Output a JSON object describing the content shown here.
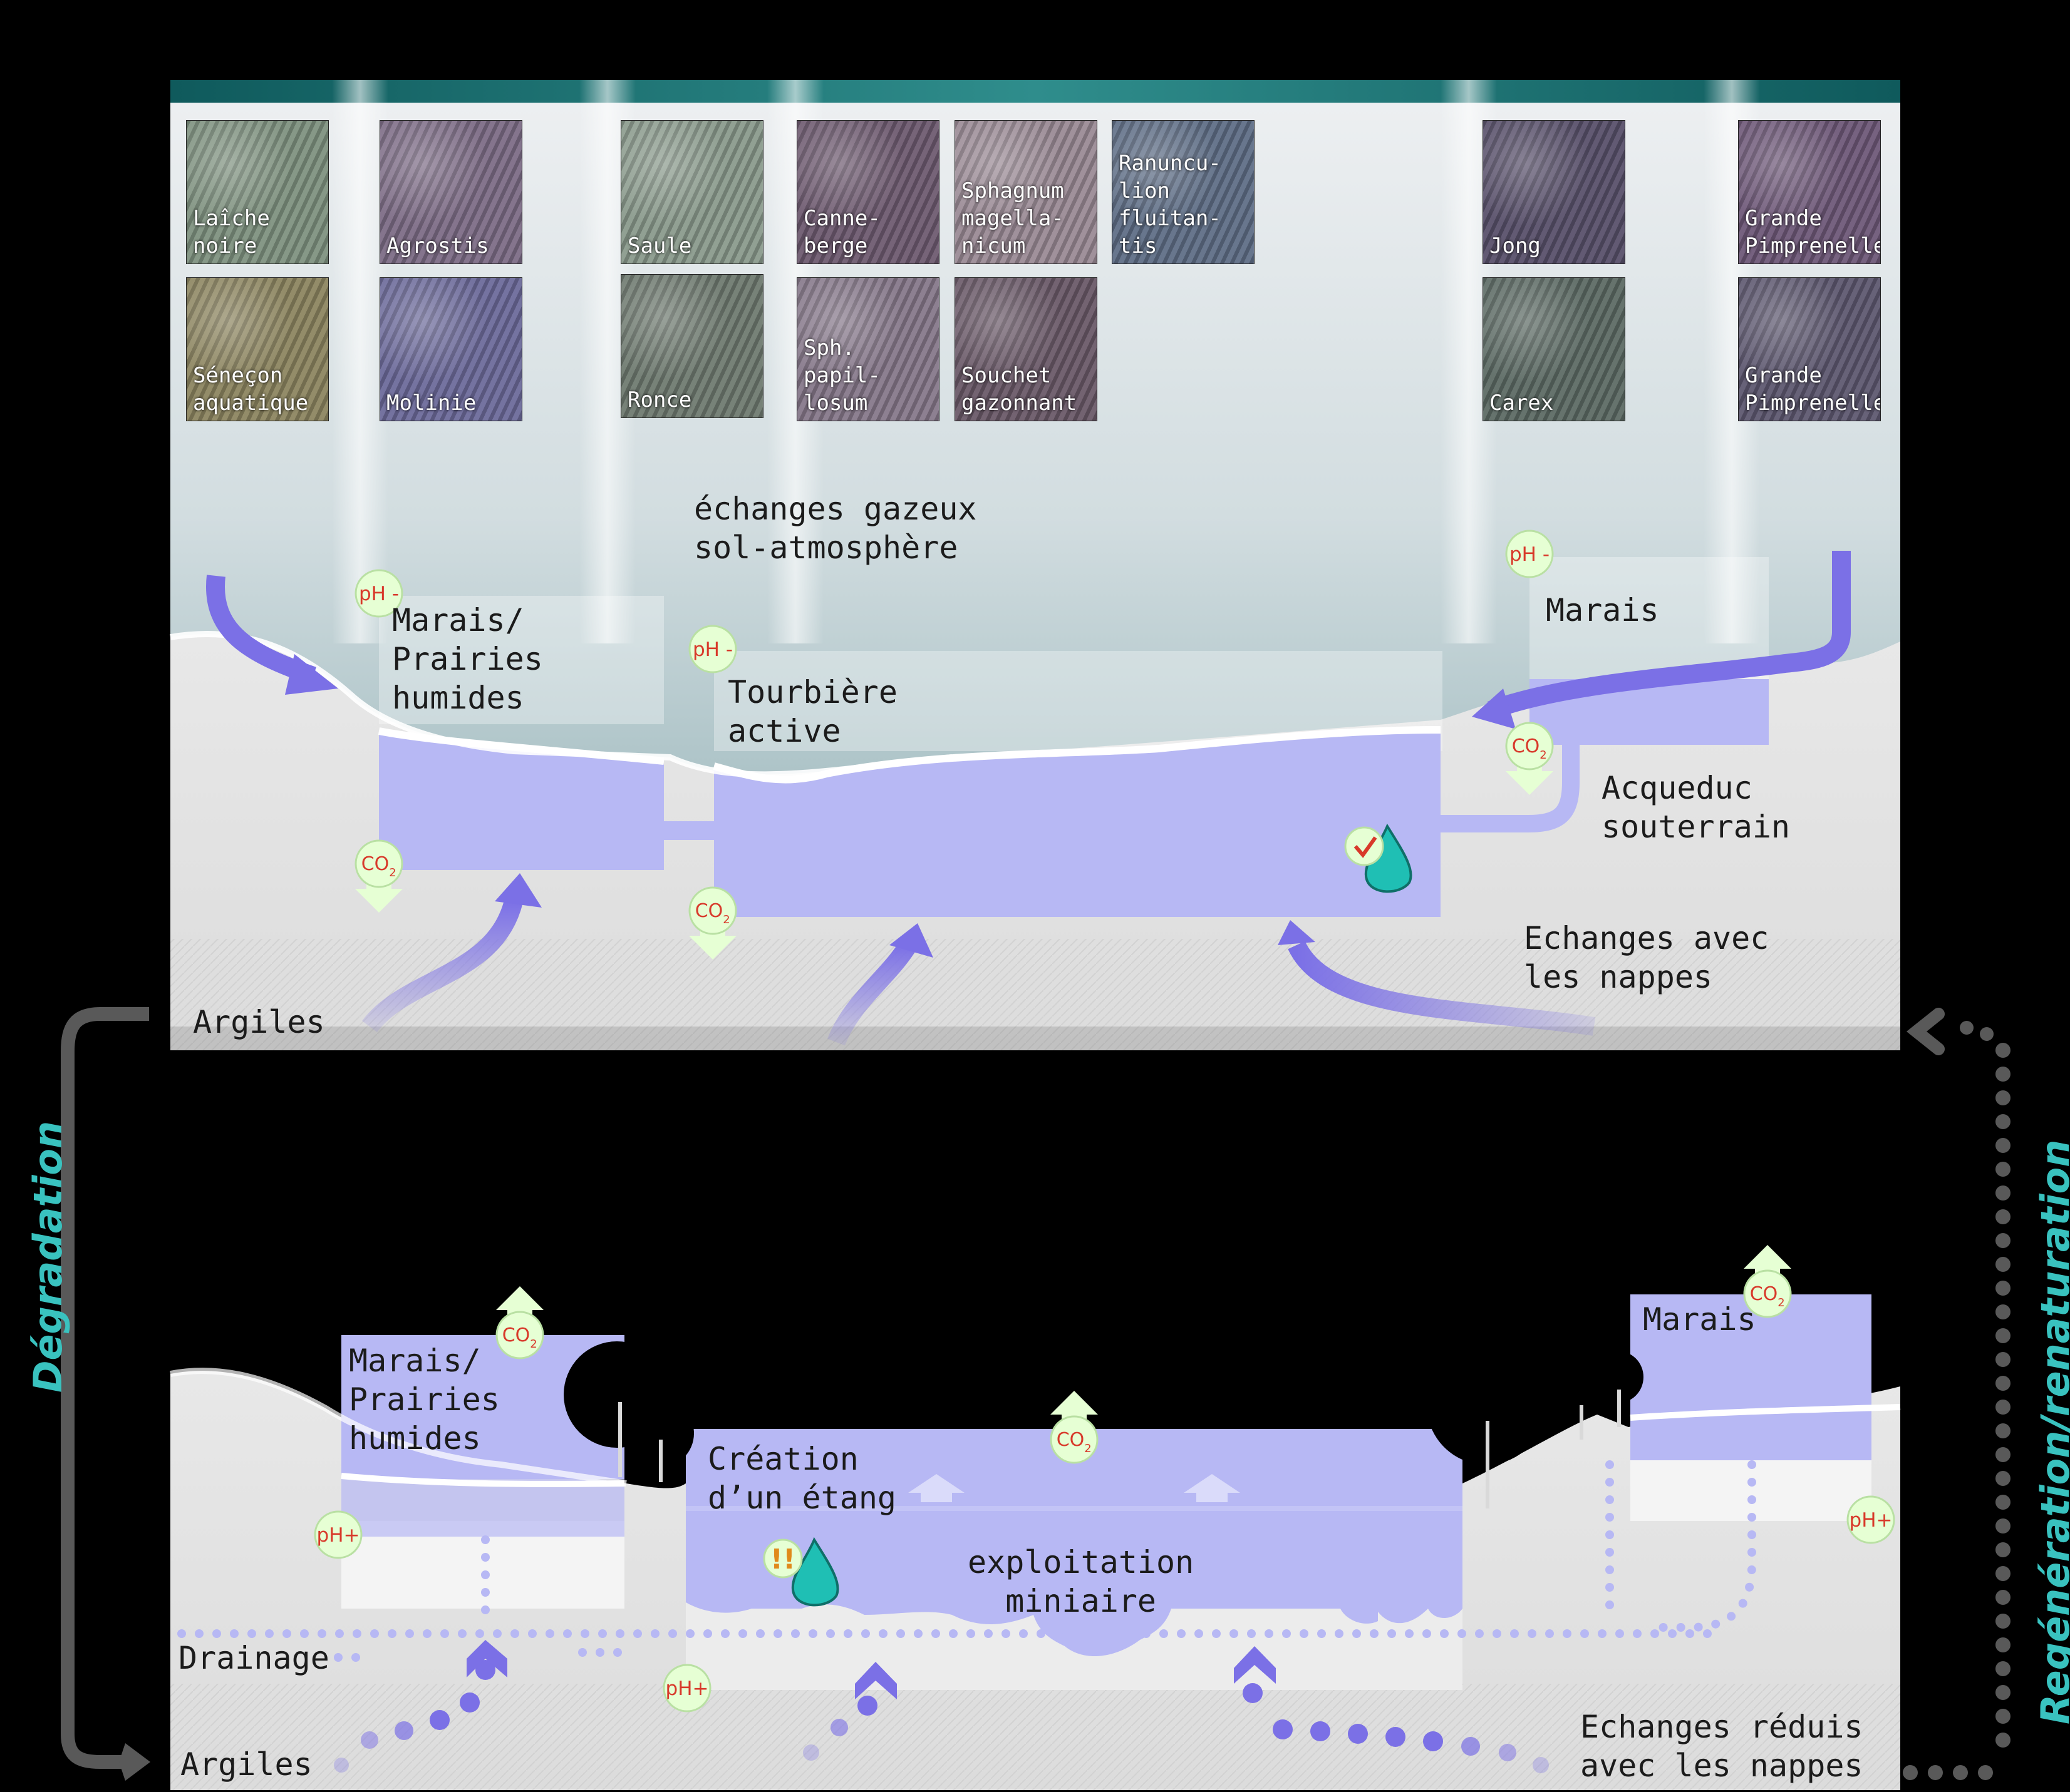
{
  "colors": {
    "background": "#000000",
    "ground": "#ececec",
    "sky_top": "#e9ecef",
    "sky_bottom": "#8fb3b8",
    "water": "#b7b8f4",
    "arrow": "#7b70e6",
    "marker_fill": "#e6ffd4",
    "marker_text": "#d8392a",
    "accent_label": "#39c2bf"
  },
  "plants": [
    {
      "label": "Laîche\nnoire",
      "color": "#7f9280"
    },
    {
      "label": "Agrostis",
      "color": "#7d6c86"
    },
    {
      "label": "Saule",
      "color": "#8a9a8c"
    },
    {
      "label": "Canne-\nberge",
      "color": "#6e5a70"
    },
    {
      "label": "Sphagnum\nmagella-\nnicum",
      "color": "#9a8a95"
    },
    {
      "label": "Ranuncu-\nlion\nfluitan-\ntis",
      "color": "#5f6e86"
    },
    {
      "label": "Jong",
      "color": "#58506a"
    },
    {
      "label": "Grande\nPimprenelle",
      "color": "#6e5878"
    },
    {
      "label": "Séneçon\naquatique",
      "color": "#8c8560"
    },
    {
      "label": "Molinie",
      "color": "#6c6a9a"
    },
    {
      "label": "Ronce",
      "color": "#6f7a70"
    },
    {
      "label": "Sph.\npapil-\nlosum",
      "color": "#86788a"
    },
    {
      "label": "Souchet\ngazonnant",
      "color": "#6a5968"
    },
    {
      "label": "Carex",
      "color": "#5c6a64"
    },
    {
      "label": "Grande\nPimprenelle",
      "color": "#5e5870"
    }
  ],
  "top": {
    "gas_exchange": "échanges gazeux\nsol-atmosphère",
    "marsh_left": "Marais/\nPrairies\nhumides",
    "peat_bog": "Tourbière\nactive",
    "marsh_right": "Marais",
    "aqueduct": "Acqueduc\nsouterrain",
    "groundwater": "Echanges avec\nles nappes",
    "clay": "Argiles"
  },
  "bottom": {
    "marsh_left": "Marais/\nPrairies\nhumides",
    "pond": "Création\nd’un étang",
    "mining": "exploitation\nminiaire",
    "marsh_right": "Marais",
    "drainage": "Drainage",
    "groundwater": "Echanges réduis\navec les nappes",
    "clay": "Argiles"
  },
  "markers": {
    "ph_minus": "pH -",
    "ph_plus": "pH+",
    "co2": "CO",
    "co2_sub": "2",
    "alert": "!!"
  },
  "side_labels": {
    "degradation": "Dégradation",
    "regeneration": "Regénération/renaturation"
  }
}
